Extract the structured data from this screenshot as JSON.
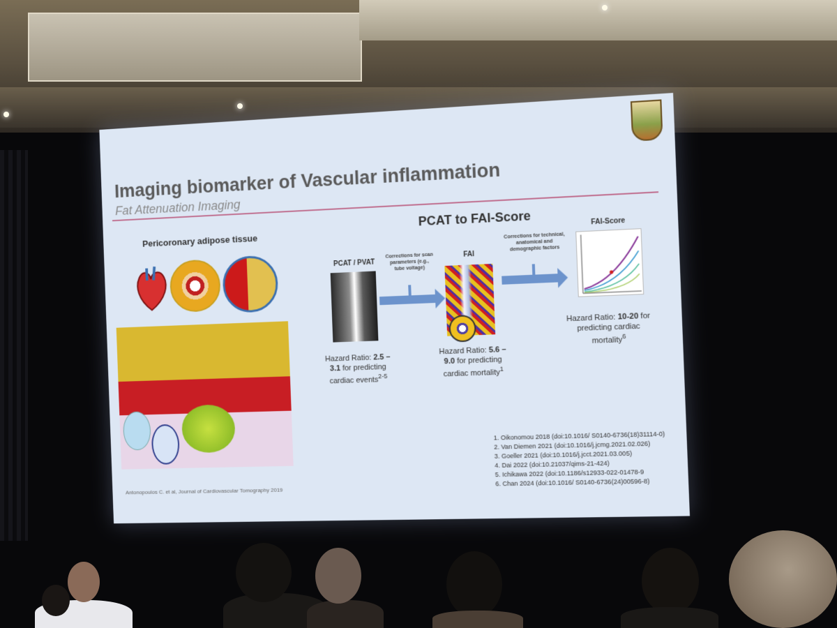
{
  "slide": {
    "title": "Imaging biomarker of Vascular inflammation",
    "subtitle": "Fat Attenuation Imaging",
    "left_heading": "Pericoronary adipose tissue",
    "figure_caption": "Antonopoulos C. et al, Journal of Cardiovascular Tomography 2019",
    "right_heading": "PCAT to FAI-Score",
    "pcat_label": "PCAT / PVAT",
    "fai_label": "FAI",
    "score_label": "FAI-Score",
    "correction1": "Corrections for scan parameters (e.g., tube voltage)",
    "correction2": "Corrections for technical, anatomical and demographic factors",
    "hr1_prefix": "Hazard Ratio:",
    "hr1_value": "2.5 – 3.1",
    "hr1_suffix": "for predicting cardiac events",
    "hr1_sup": "2-5",
    "hr2_prefix": "Hazard Ratio:",
    "hr2_value": "5.6 – 9.0",
    "hr2_suffix": "for predicting cardiac mortality",
    "hr2_sup": "1",
    "hr3_prefix": "Hazard Ratio:",
    "hr3_value": "10-20",
    "hr3_suffix": "for predicting cardiac mortality",
    "hr3_sup": "6",
    "references": [
      "1. Oikonomou 2018 (doi:10.1016/ S0140-6736(18)31114-0)",
      "2. Van Diemen 2021 (doi:10.1016/j.jcmg.2021.02.026)",
      "3. Goeller 2021 (doi:10.1016/j.jcct.2021.03.005)",
      "4. Dai 2022 (doi:10.21037/qims-21-424)",
      "5. Ichikawa 2022 (doi:10.1186/s12933-022-01478-9",
      "6. Chan 2024 (doi:10.1016/ S0140-6736(24)00596-8)"
    ]
  },
  "colors": {
    "slide_bg": "#dde7f4",
    "title_rule": "#c07090",
    "arrow": "#6c93cc"
  }
}
